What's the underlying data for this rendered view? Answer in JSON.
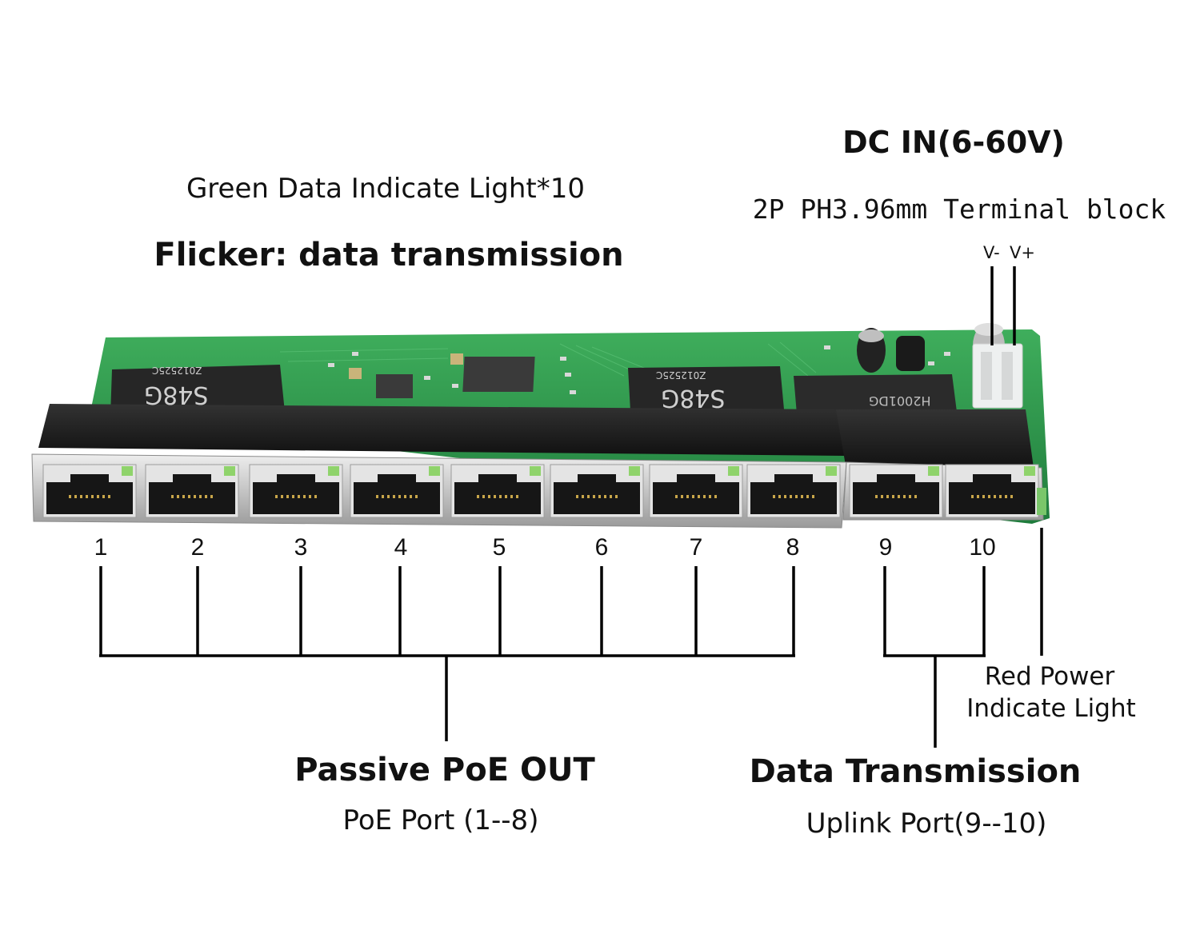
{
  "dc_in": {
    "title": "DC IN(6-60V)",
    "subtitle": "2P PH3.96mm Terminal block",
    "pin_minus": "V-",
    "pin_plus": "V+"
  },
  "led_note": {
    "line1": "Green Data Indicate Light*10",
    "line2": "Flicker: data transmission"
  },
  "board": {
    "chip_labels": [
      "S48G",
      "S48G",
      "H2001DG"
    ],
    "silk_left": "Z012525C",
    "silk_right": "Z012525C"
  },
  "ports": [
    "1",
    "2",
    "3",
    "4",
    "5",
    "6",
    "7",
    "8",
    "9",
    "10"
  ],
  "groups": {
    "poe": {
      "title": "Passive PoE OUT",
      "subtitle": "PoE Port (1--8)"
    },
    "uplink": {
      "title": "Data Transmission",
      "subtitle": "Uplink Port(9--10)"
    }
  },
  "power_led": {
    "line1": "Red Power",
    "line2": "Indicate Light"
  },
  "colors": {
    "pcb": "#2f9a4e",
    "metal": "#c9c9c9",
    "jack": "#161616",
    "led": "#8fd36b",
    "line": "#000000"
  }
}
